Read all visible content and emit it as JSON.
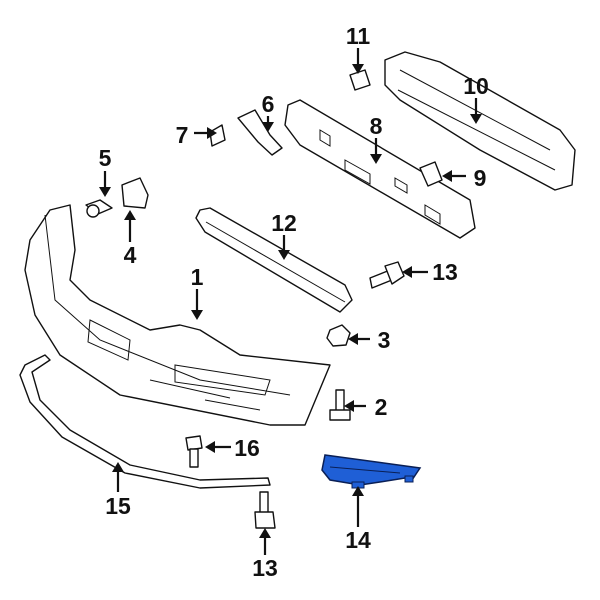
{
  "diagram": {
    "callouts": [
      "1",
      "2",
      "3",
      "4",
      "5",
      "6",
      "7",
      "8",
      "9",
      "10",
      "11",
      "12",
      "13",
      "13",
      "14",
      "15",
      "16"
    ],
    "highlight_color": "#1f5fd6"
  }
}
